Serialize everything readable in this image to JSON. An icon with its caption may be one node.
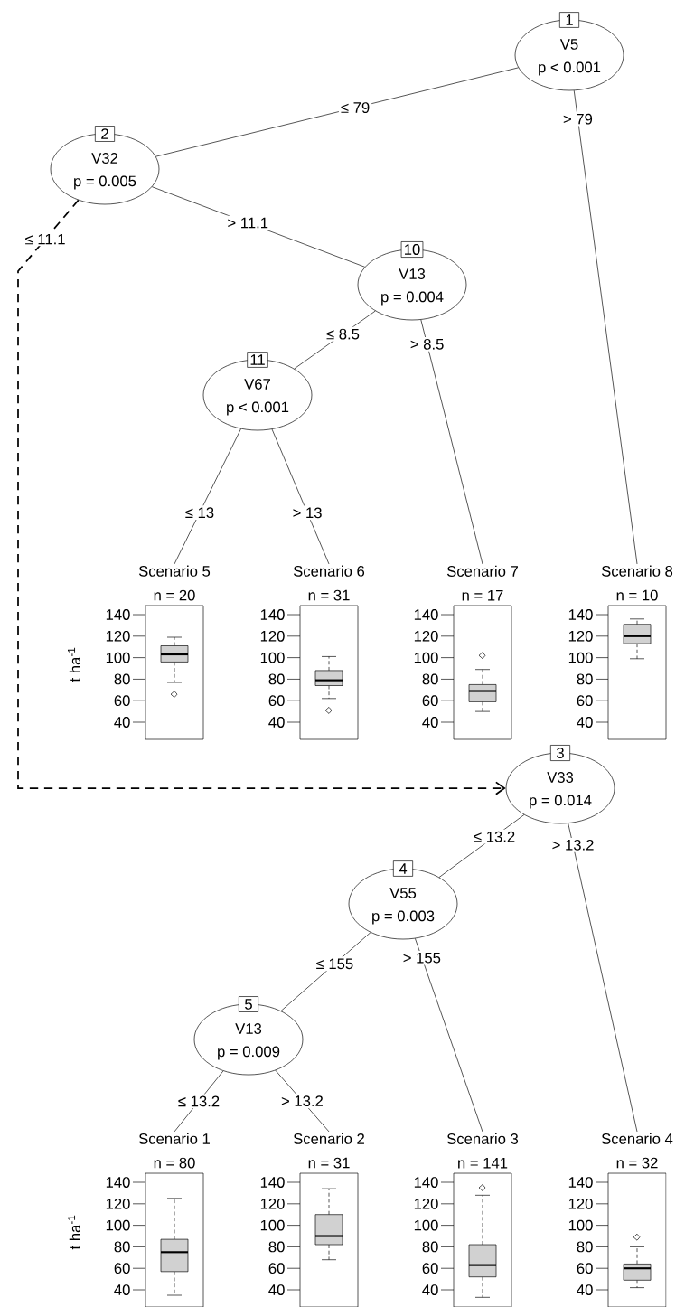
{
  "diagram": {
    "nodes": [
      {
        "text": [
          "1",
          "V5",
          "p < 0.001"
        ]
      },
      {
        "text": [
          "2",
          "V32",
          "p = 0.005"
        ]
      },
      {
        "text": [
          "10",
          "V13",
          "p = 0.004"
        ]
      },
      {
        "text": [
          "11",
          "V67",
          "p < 0.001"
        ]
      },
      {
        "text": [
          "Scenario 5",
          "n = 20"
        ],
        "beside": [
          "140",
          "120",
          "100",
          "80",
          "60",
          "40"
        ]
      },
      {
        "text": [
          "Scenario 6",
          "n = 31"
        ],
        "beside": [
          "140",
          "120",
          "100",
          "80",
          "60",
          "40"
        ]
      },
      {
        "text": [
          "Scenario 7",
          "n = 17"
        ],
        "beside": [
          "140",
          "120",
          "100",
          "80",
          "60",
          "40"
        ]
      },
      {
        "text": [
          "Scenario 8",
          "n = 10"
        ],
        "beside": [
          "140",
          "120",
          "100",
          "80",
          "60",
          "40"
        ]
      },
      {
        "text": [
          "3",
          "V33",
          "p = 0.014"
        ]
      },
      {
        "text": [
          "4",
          "V55",
          "p = 0.003"
        ]
      },
      {
        "text": [
          "5",
          "V13",
          "p = 0.009"
        ]
      },
      {
        "text": [
          "Scenario 1",
          "n = 80"
        ],
        "beside": [
          "140",
          "120",
          "100",
          "80",
          "60",
          "40"
        ]
      },
      {
        "text": [
          "Scenario 2",
          "n = 31"
        ],
        "beside": [
          "140",
          "120",
          "100",
          "80",
          "60",
          "40"
        ]
      },
      {
        "text": [
          "Scenario 3",
          "n = 141"
        ],
        "beside": [
          "140",
          "120",
          "100",
          "80",
          "60",
          "40"
        ]
      },
      {
        "text": [
          "Scenario 4",
          "n = 32"
        ],
        "beside": [
          "140",
          "120",
          "100",
          "80",
          "60",
          "40"
        ]
      }
    ],
    "edges": [
      {
        "from": 0,
        "to": 1,
        "arrow": "none",
        "label": "≤ 79"
      },
      {
        "from": 0,
        "to": 7,
        "arrow": "none",
        "label": "> 79"
      },
      {
        "from": 1,
        "to": 8,
        "arrow": "to",
        "label": "≤ 11.1",
        "style": "dashed"
      },
      {
        "from": 1,
        "to": 2,
        "arrow": "none",
        "label": "> 11.1"
      },
      {
        "from": 2,
        "to": 3,
        "arrow": "none",
        "label": "≤ 8.5"
      },
      {
        "from": 2,
        "to": 6,
        "arrow": "none",
        "label": "> 8.5"
      },
      {
        "from": 3,
        "to": 4,
        "arrow": "none",
        "label": "≤ 13"
      },
      {
        "from": 3,
        "to": 5,
        "arrow": "none",
        "label": "> 13"
      },
      {
        "from": 8,
        "to": 9,
        "arrow": "none",
        "label": "≤ 13.2"
      },
      {
        "from": 8,
        "to": 14,
        "arrow": "none",
        "label": "> 13.2"
      },
      {
        "from": 9,
        "to": 10,
        "arrow": "none",
        "label": "≤ 155"
      },
      {
        "from": 9,
        "to": 13,
        "arrow": "none",
        "label": "> 155"
      },
      {
        "from": 10,
        "to": 11,
        "arrow": "none",
        "label": "≤ 13.2"
      },
      {
        "from": 10,
        "to": 12,
        "arrow": "none",
        "label": "> 13.2"
      }
    ],
    "labels": [
      "t ha$^{-1}$",
      "t ha$^{-1}$"
    ]
  }
}
